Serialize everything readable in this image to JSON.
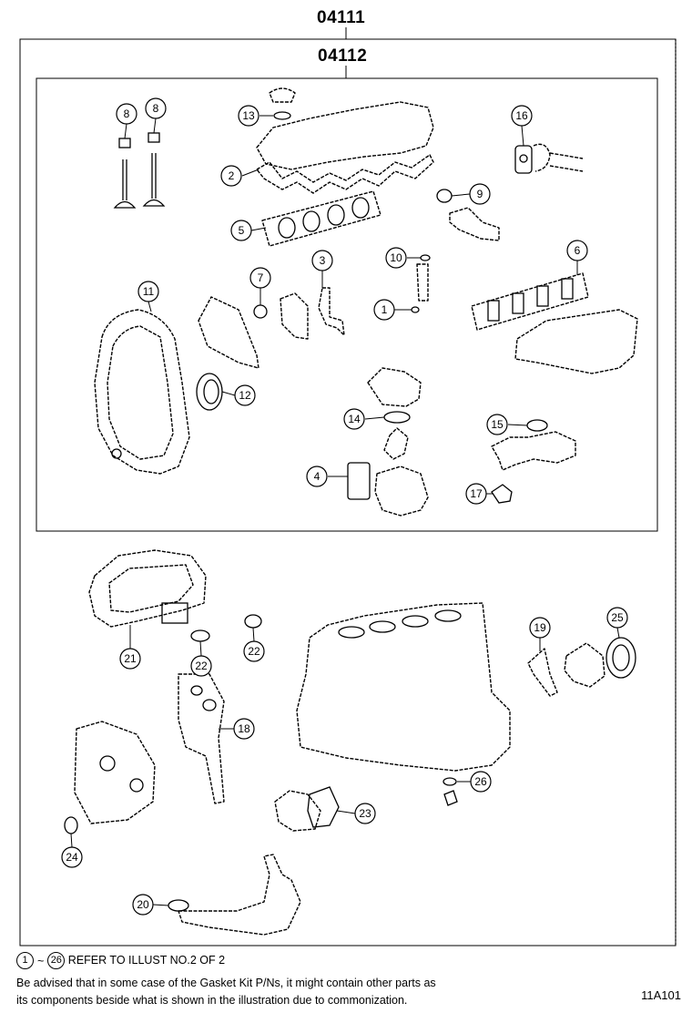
{
  "kit_outer_label": "04111",
  "kit_inner_label": "04112",
  "callouts": {
    "c1": "1",
    "c2": "2",
    "c3": "3",
    "c4": "4",
    "c5": "5",
    "c6": "6",
    "c7": "7",
    "c8a": "8",
    "c8b": "8",
    "c9": "9",
    "c10": "10",
    "c11": "11",
    "c12": "12",
    "c13": "13",
    "c14": "14",
    "c15": "15",
    "c16": "16",
    "c17": "17",
    "c18": "18",
    "c19": "19",
    "c20": "20",
    "c21": "21",
    "c22a": "22",
    "c22b": "22",
    "c23": "23",
    "c24": "24",
    "c25": "25",
    "c26": "26"
  },
  "footer": {
    "range_start": "1",
    "range_sep": "~",
    "range_end": "26",
    "line1": "REFER TO ILLUST NO.2 OF 2",
    "line2": "Be advised that in some case of the Gasket Kit P/Ns,  it might contain other parts as",
    "line3": "its components beside what is shown in the illustration due to commonization."
  },
  "illustration_id": "11A101"
}
